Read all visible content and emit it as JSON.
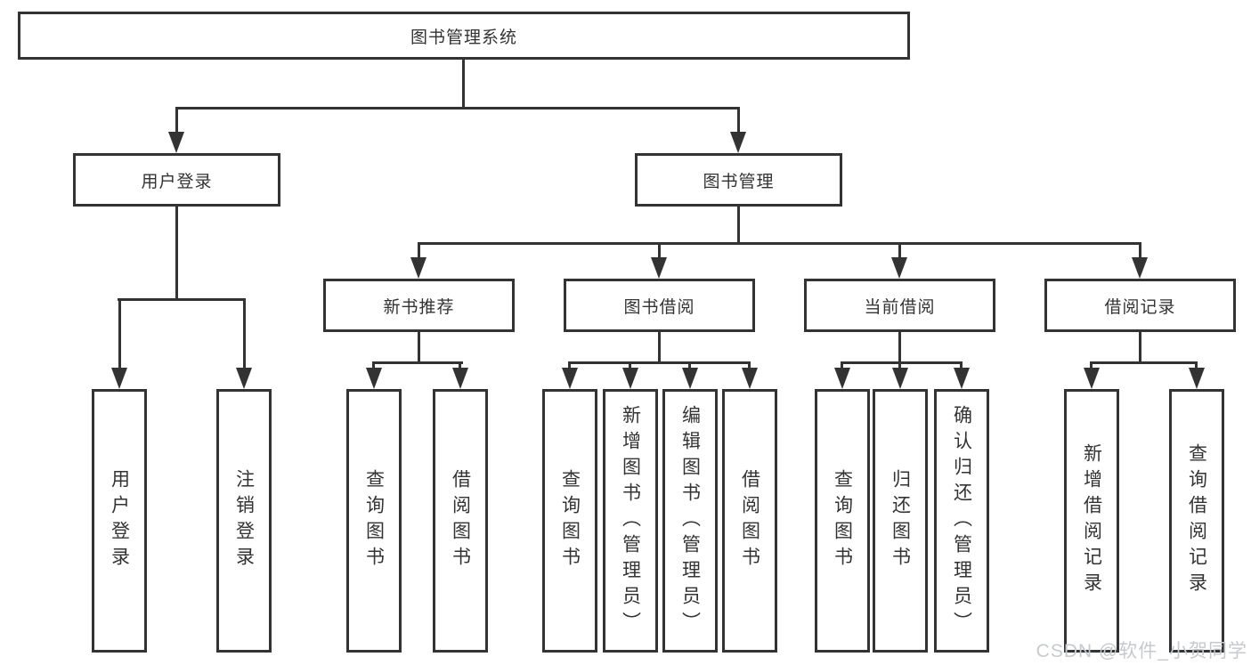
{
  "diagram_title": "图书管理系统",
  "tree": {
    "root": {
      "label": "图书管理系统"
    },
    "children": [
      {
        "label": "用户登录",
        "children": [
          {
            "label": "用户登录"
          },
          {
            "label": "注销登录"
          }
        ]
      },
      {
        "label": "图书管理",
        "children": [
          {
            "label": "新书推荐",
            "children": [
              {
                "label": "查询图书"
              },
              {
                "label": "借阅图书"
              }
            ]
          },
          {
            "label": "图书借阅",
            "children": [
              {
                "label": "查询图书"
              },
              {
                "label": "新增图书（管理员）"
              },
              {
                "label": "编辑图书（管理员）"
              },
              {
                "label": "借阅图书"
              }
            ]
          },
          {
            "label": "当前借阅",
            "children": [
              {
                "label": "查询图书"
              },
              {
                "label": "归还图书"
              },
              {
                "label": "确认归还（管理员）"
              }
            ]
          },
          {
            "label": "借阅记录",
            "children": [
              {
                "label": "新增借阅记录"
              },
              {
                "label": "查询借阅记录"
              }
            ]
          }
        ]
      }
    ]
  },
  "watermark": {
    "text": "CSDN @软件_小贺同学"
  },
  "colors": {
    "line": "#333333",
    "text": "#333333",
    "background": "#ffffff",
    "watermark": "#c6c9ce"
  }
}
